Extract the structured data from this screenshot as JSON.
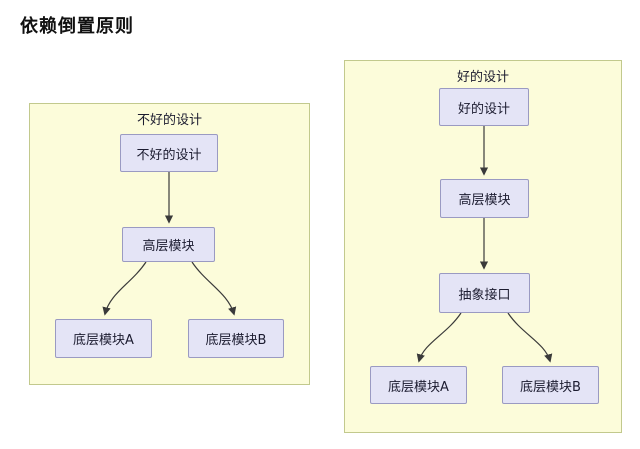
{
  "title": "依赖倒置原则",
  "colors": {
    "container_fill": "#fcfcda",
    "container_border": "#c2c98d",
    "node_fill": "#e4e4f6",
    "node_border": "#9a9ac2",
    "edge": "#3a3a3a",
    "text": "#1c1c30",
    "title": "#111111"
  },
  "bad": {
    "group_title": "不好的设计",
    "nodes": {
      "root": "不好的设计",
      "high": "高层模块",
      "lowA": "底层模块A",
      "lowB": "底层模块B"
    },
    "edges": [
      "不好的设计 → 高层模块",
      "高层模块 → 底层模块A",
      "高层模块 → 底层模块B"
    ]
  },
  "good": {
    "group_title": "好的设计",
    "nodes": {
      "root": "好的设计",
      "high": "高层模块",
      "abstract": "抽象接口",
      "lowA": "底层模块A",
      "lowB": "底层模块B"
    },
    "edges": [
      "好的设计 → 高层模块",
      "高层模块 → 抽象接口",
      "抽象接口 → 底层模块A",
      "抽象接口 → 底层模块B"
    ]
  }
}
